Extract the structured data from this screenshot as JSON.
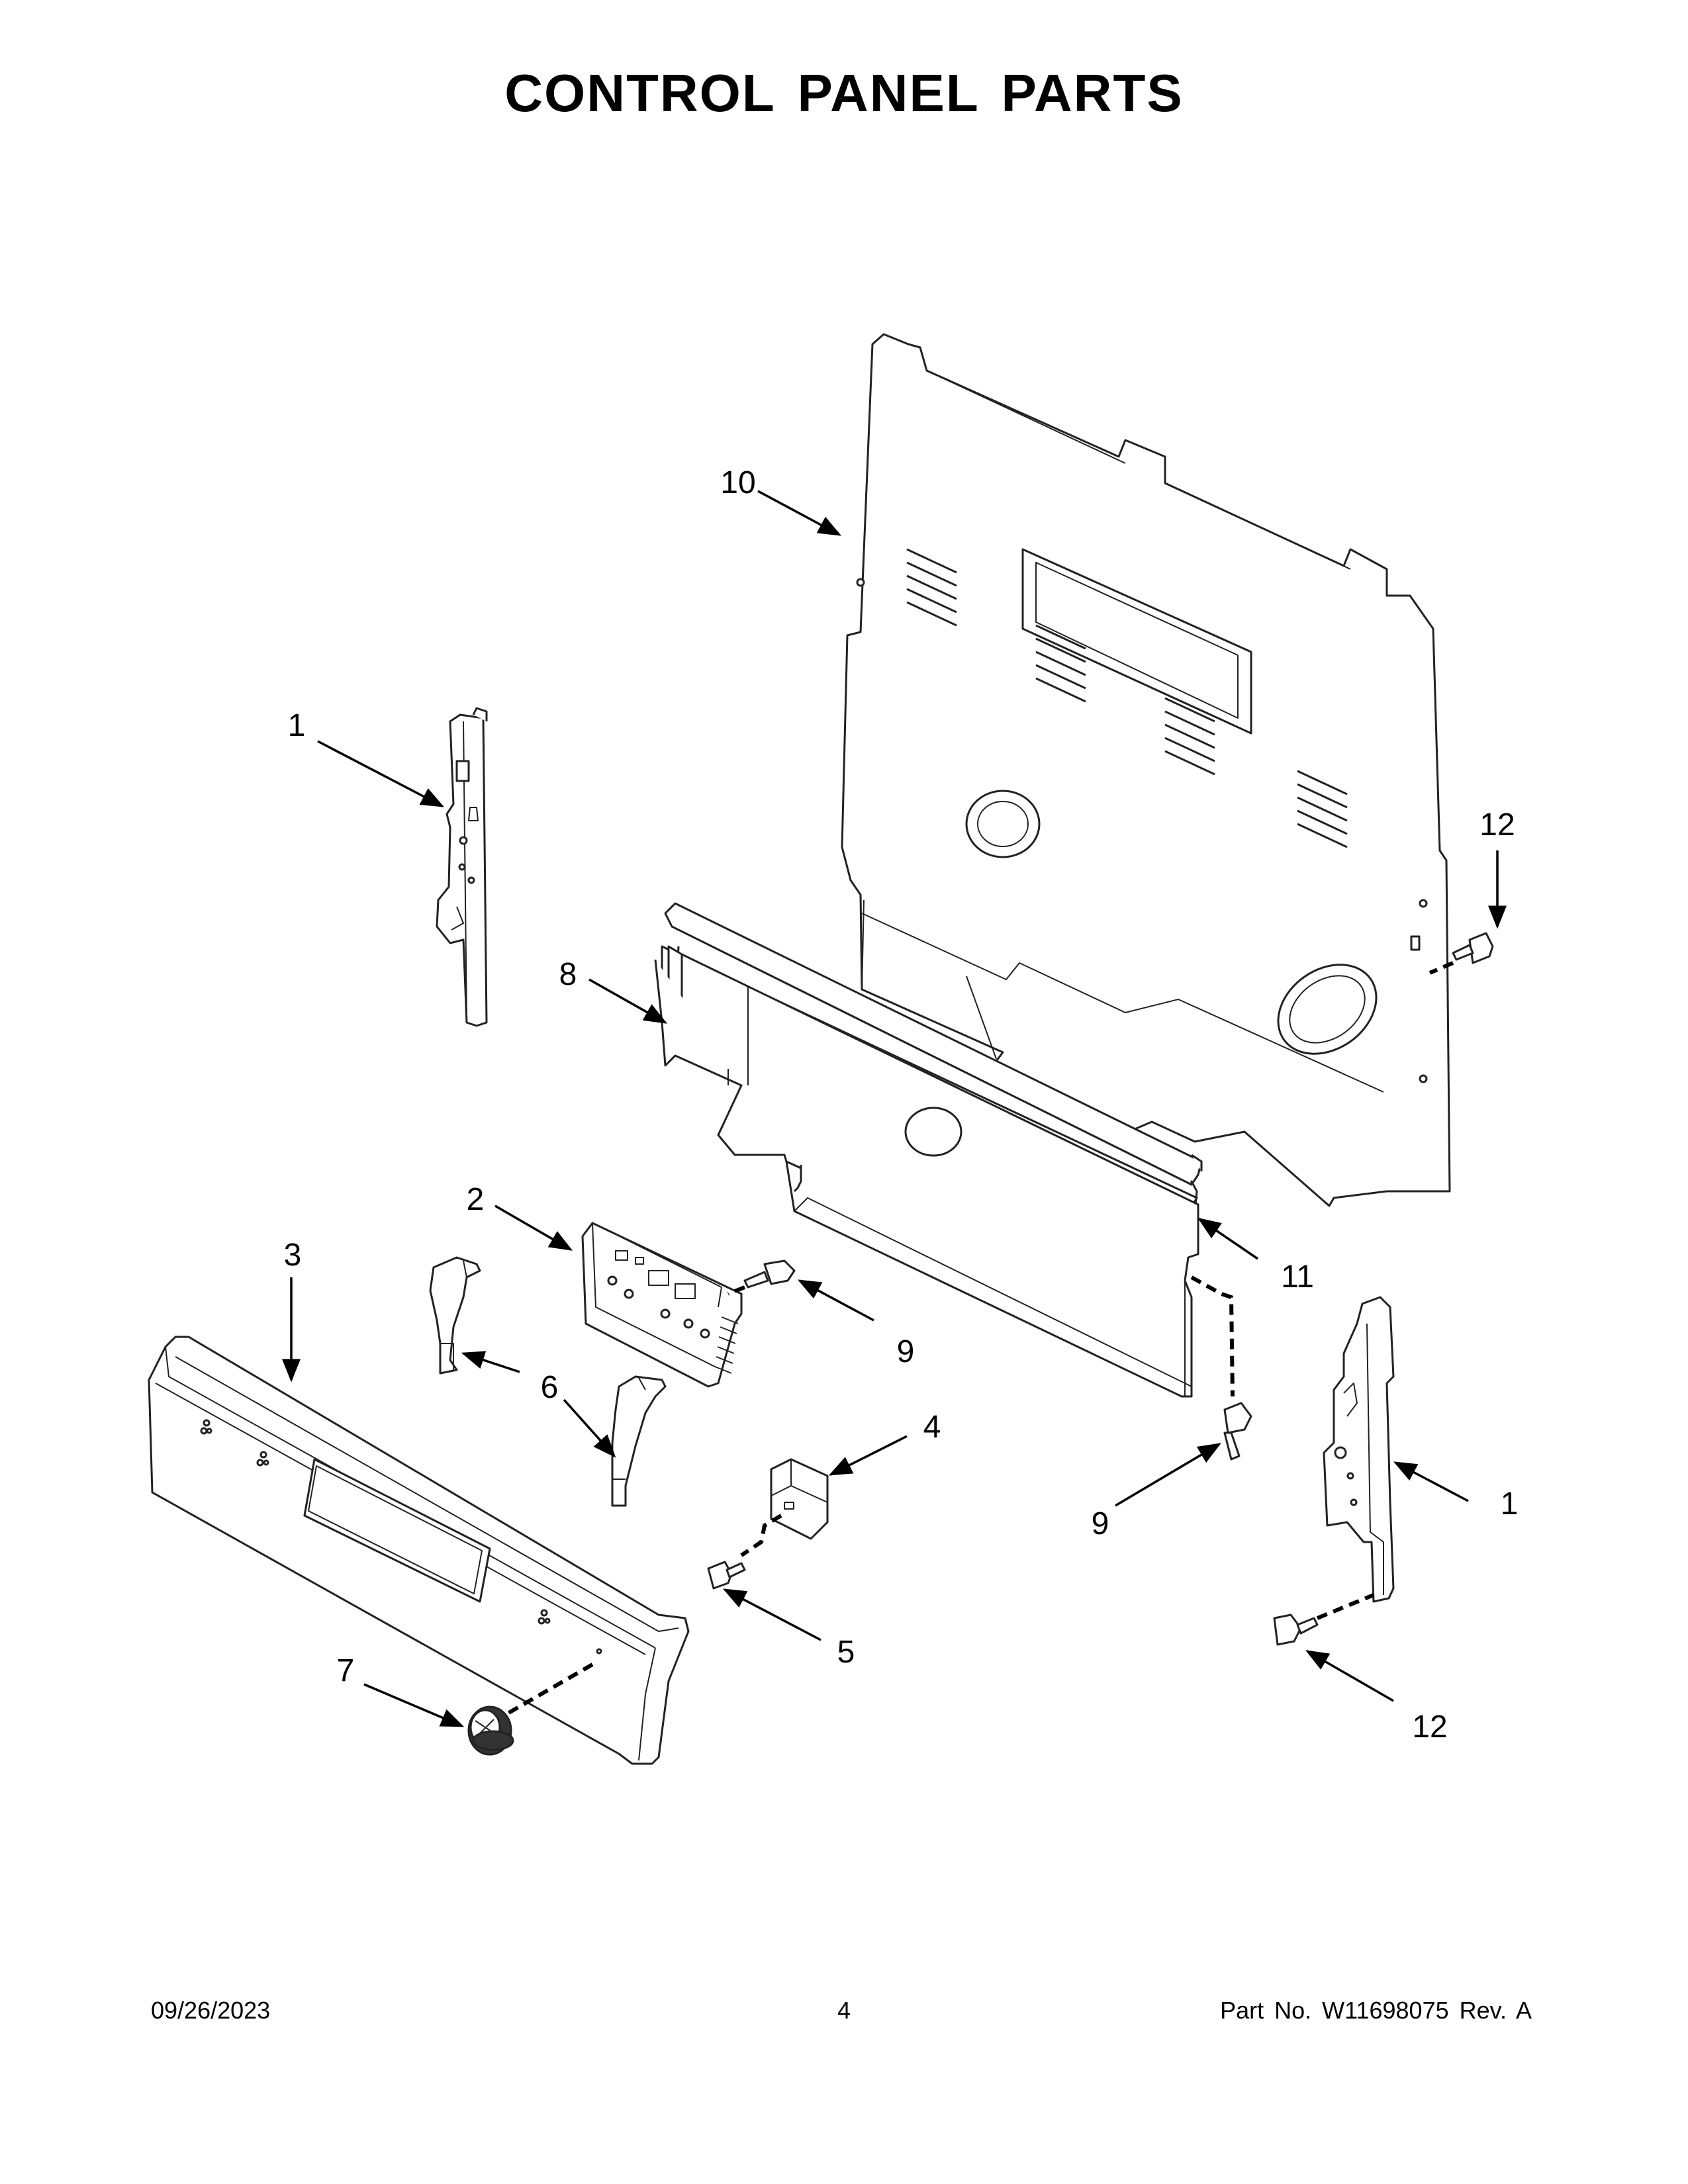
{
  "title": "CONTROL PANEL PARTS",
  "callouts": {
    "c1a": "1",
    "c1b": "1",
    "c2": "2",
    "c3": "3",
    "c4": "4",
    "c5": "5",
    "c6": "6",
    "c7": "7",
    "c8": "8",
    "c9a": "9",
    "c9b": "9",
    "c10": "10",
    "c11": "11",
    "c12a": "12",
    "c12b": "12"
  },
  "footer": {
    "date": "09/26/2023",
    "page": "4",
    "part": "Part No.  W11698075  Rev.  A"
  }
}
